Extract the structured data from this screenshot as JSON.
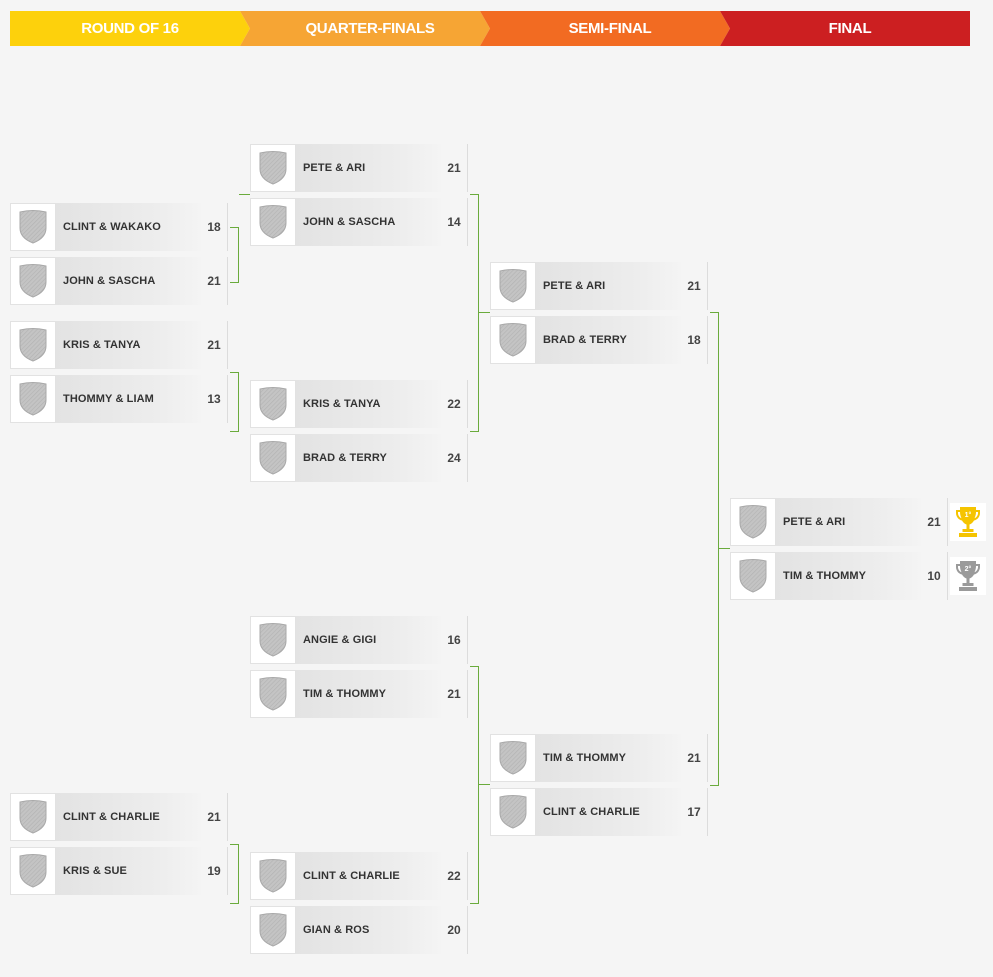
{
  "rounds": [
    {
      "label": "ROUND OF 16",
      "color": "#fdd10c"
    },
    {
      "label": "QUARTER-FINALS",
      "color": "#f6a534"
    },
    {
      "label": "SEMI-FINAL",
      "color": "#f26b22"
    },
    {
      "label": "FINAL",
      "color": "#cc1f21"
    }
  ],
  "round_of_16": [
    {
      "teams": [
        {
          "name": "CLINT & WAKAKO",
          "score": "18"
        },
        {
          "name": "JOHN & SASCHA",
          "score": "21"
        }
      ]
    },
    {
      "teams": [
        {
          "name": "KRIS & TANYA",
          "score": "21"
        },
        {
          "name": "THOMMY & LIAM",
          "score": "13"
        }
      ]
    },
    {
      "teams": [
        {
          "name": "CLINT & CHARLIE",
          "score": "21"
        },
        {
          "name": "KRIS & SUE",
          "score": "19"
        }
      ]
    }
  ],
  "quarter_finals": [
    {
      "teams": [
        {
          "name": "PETE & ARI",
          "score": "21"
        },
        {
          "name": "JOHN & SASCHA",
          "score": "14"
        }
      ]
    },
    {
      "teams": [
        {
          "name": "KRIS & TANYA",
          "score": "22"
        },
        {
          "name": "BRAD & TERRY",
          "score": "24"
        }
      ]
    },
    {
      "teams": [
        {
          "name": "ANGIE & GIGI",
          "score": "16"
        },
        {
          "name": "TIM & THOMMY",
          "score": "21"
        }
      ]
    },
    {
      "teams": [
        {
          "name": "CLINT & CHARLIE",
          "score": "22"
        },
        {
          "name": "GIAN & ROS",
          "score": "20"
        }
      ]
    }
  ],
  "semi_finals": [
    {
      "teams": [
        {
          "name": "PETE & ARI",
          "score": "21"
        },
        {
          "name": "BRAD & TERRY",
          "score": "18"
        }
      ]
    },
    {
      "teams": [
        {
          "name": "TIM & THOMMY",
          "score": "21"
        },
        {
          "name": "CLINT & CHARLIE",
          "score": "17"
        }
      ]
    }
  ],
  "final": {
    "teams": [
      {
        "name": "PETE & ARI",
        "score": "21",
        "place": "1°"
      },
      {
        "name": "TIM & THOMMY",
        "score": "10",
        "place": "2°"
      }
    ]
  },
  "icons": {
    "team_logo": "shield-icon",
    "winner": "gold-trophy-icon",
    "runner_up": "silver-trophy-icon"
  },
  "colors": {
    "connector": "#6aab3c",
    "gold": "#f5c400",
    "silver": "#9a9a9a"
  }
}
